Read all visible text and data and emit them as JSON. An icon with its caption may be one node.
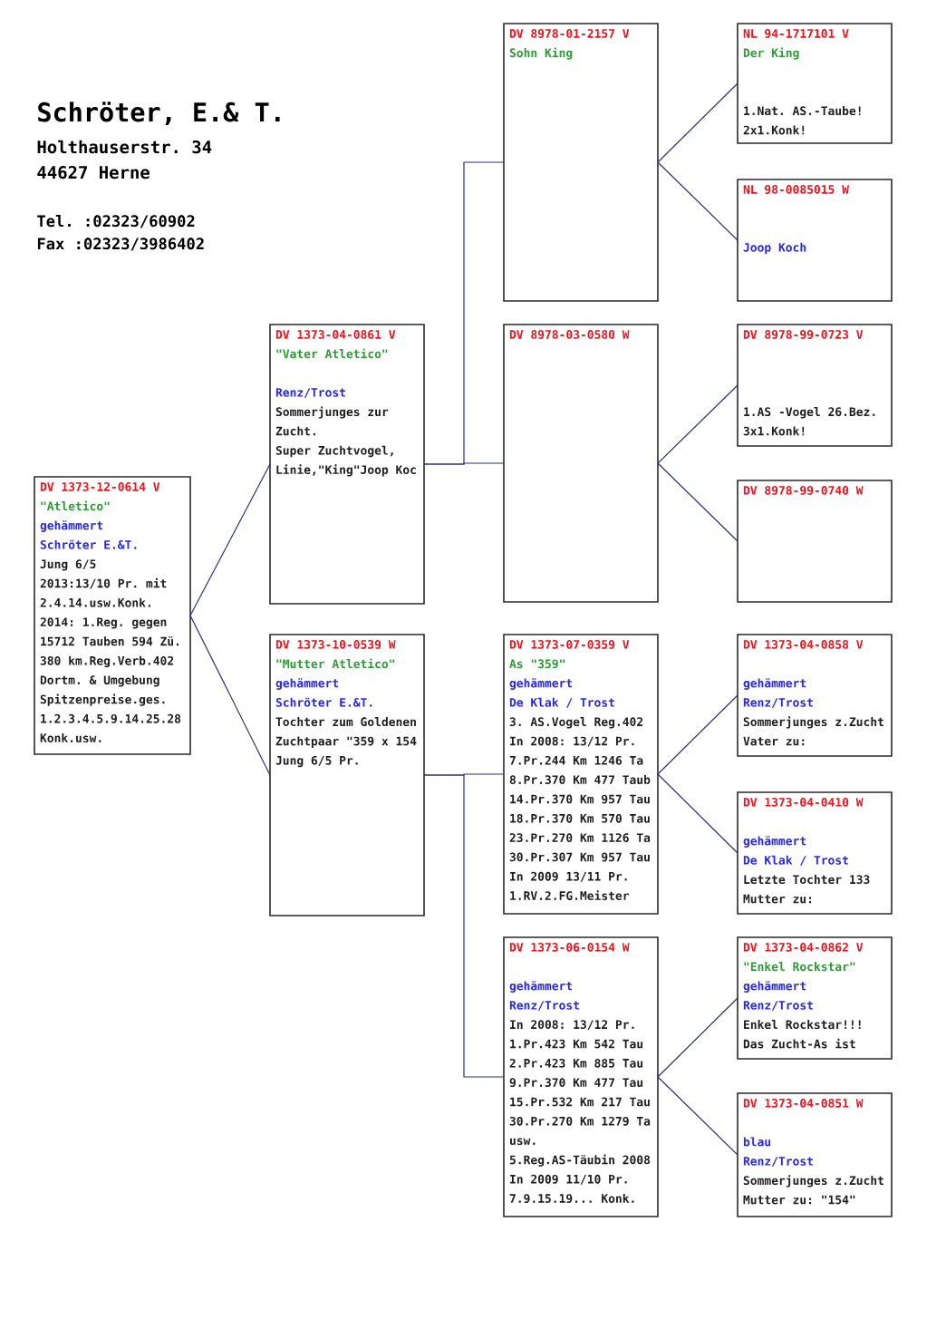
{
  "diagram": {
    "title": "Schröter, E.& T.",
    "nodes": [
      {
        "text": [
          "DV 1373-12-0614 V",
          "\"Atletico\"",
          "gehämmert",
          "Schröter E.&T.",
          "Jung 6/5",
          "2013:13/10 Pr. mit 2.4.14.usw.Konk.",
          "2014: 1.Reg. gegen 15712 Tauben 594 Zü. 380 km.Reg.Verb.402 Dortm. & Umgebung",
          "Spitzenpreise.ges. 1.2.3.4.5.9.14.25.28 Konk.usw."
        ]
      },
      {
        "text": [
          "DV 1373-04-0861 V",
          "\"Vater Atletico\"",
          "Renz/Trost",
          "Sommerjunges zur Zucht.",
          "Super Zuchtvogel, Linie,\"King\"Joop Koc"
        ]
      },
      {
        "text": [
          "DV 1373-10-0539 W",
          "\"Mutter Atletico\"",
          "gehämmert",
          "Schröter E.&T.",
          "Tochter zum Goldenen Zuchtpaar \"359 x 154",
          "Jung 6/5 Pr."
        ]
      },
      {
        "text": [
          "DV 8978-01-2157 V",
          "Sohn King"
        ]
      },
      {
        "text": [
          "DV 8978-03-0580 W"
        ]
      },
      {
        "text": [
          "DV 1373-07-0359 V",
          "As \"359\"",
          "gehämmert",
          "De Klak / Trost",
          "3. AS.Vogel Reg.402",
          "In 2008: 13/12 Pr.",
          "7.Pr.244 Km 1246 Ta",
          "8.Pr.370 Km 477 Taub",
          "14.Pr.370 Km 957 Tau",
          "18.Pr.370 Km 570 Tau",
          "23.Pr.270 Km 1126 Ta",
          "30.Pr.307 Km 957 Tau",
          "In 2009 13/11 Pr.",
          "1.RV.2.FG.Meister"
        ]
      },
      {
        "text": [
          "DV 1373-06-0154 W",
          "gehämmert",
          "Renz/Trost",
          "In 2008: 13/12 Pr.",
          "1.Pr.423 Km 542 Tau",
          "2.Pr.423 Km 885 Tau",
          "9.Pr.370 Km 477 Tau",
          "15.Pr.532 Km 217 Tau",
          "30.Pr.270 Km 1279 Ta",
          "usw.",
          "5.Reg.AS-Täubin 2008",
          "In 2009 11/10 Pr.",
          "7.9.15.19... Konk."
        ]
      },
      {
        "text": [
          "NL 94-1717101 V",
          "Der King",
          "1.Nat. AS.-Taube!",
          "2x1.Konk!"
        ]
      },
      {
        "text": [
          "NL 98-0085015 W",
          "Joop Koch"
        ]
      },
      {
        "text": [
          "DV 8978-99-0723 V",
          "1.AS -Vogel 26.Bez.",
          "3x1.Konk!"
        ]
      },
      {
        "text": [
          "DV 8978-99-0740 W"
        ]
      },
      {
        "text": [
          "DV 1373-04-0858 V",
          "gehämmert",
          "Renz/Trost",
          "Sommerjunges z.Zucht",
          "Vater zu:"
        ]
      },
      {
        "text": [
          "DV 1373-04-0410 W",
          "gehämmert",
          "De Klak / Trost",
          "Letzte Tochter 133",
          "Mutter zu:"
        ]
      },
      {
        "text": [
          "DV 1373-04-0862 V",
          "\"Enkel Rockstar\"",
          "gehämmert",
          "Renz/Trost",
          "Enkel Rockstar!!!",
          "Das Zucht-As ist"
        ]
      },
      {
        "text": [
          "DV 1373-04-0851 W",
          "blau",
          "Renz/Trost",
          "Sommerjunges z.Zucht",
          "Mutter zu: \"154\""
        ]
      }
    ],
    "edges": [
      {
        "from": 0,
        "to": 1,
        "arrow": "none"
      },
      {
        "from": 0,
        "to": 2,
        "arrow": "none"
      },
      {
        "from": 1,
        "to": 3,
        "arrow": "none"
      },
      {
        "from": 1,
        "to": 4,
        "arrow": "none"
      },
      {
        "from": 2,
        "to": 5,
        "arrow": "none"
      },
      {
        "from": 2,
        "to": 6,
        "arrow": "none"
      },
      {
        "from": 3,
        "to": 7,
        "arrow": "none"
      },
      {
        "from": 3,
        "to": 8,
        "arrow": "none"
      },
      {
        "from": 4,
        "to": 9,
        "arrow": "none"
      },
      {
        "from": 4,
        "to": 10,
        "arrow": "none"
      },
      {
        "from": 5,
        "to": 11,
        "arrow": "none"
      },
      {
        "from": 5,
        "to": 12,
        "arrow": "none"
      },
      {
        "from": 6,
        "to": 13,
        "arrow": "none"
      },
      {
        "from": 6,
        "to": 14,
        "arrow": "none"
      }
    ],
    "labels": [
      "Holthauserstr. 34",
      "44627 Herne",
      "Tel. :02323/60902",
      "Fax :02323/3986402"
    ]
  }
}
